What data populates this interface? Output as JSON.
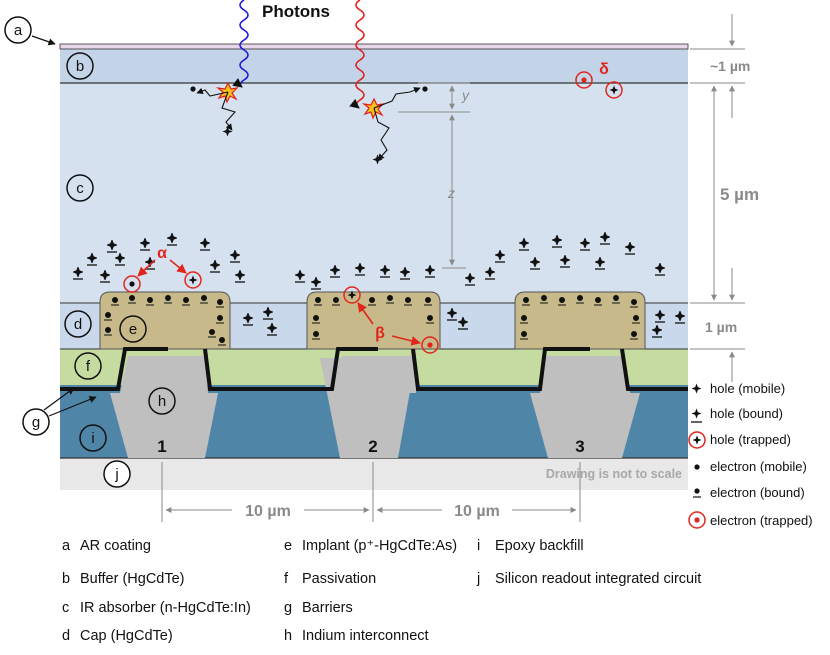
{
  "labels": {
    "photons": "Photons",
    "alpha": "α",
    "beta": "β",
    "delta": "δ",
    "y": "y",
    "z": "z",
    "dim_1um_top": "~1 µm",
    "dim_5um": "5 µm",
    "dim_1um_cap": "1 µm",
    "dim_10um_left": "10 µm",
    "dim_10um_right": "10 µm",
    "pixel_1": "1",
    "pixel_2": "2",
    "pixel_3": "3",
    "scale_note": "Drawing is not to scale"
  },
  "callouts": [
    "a",
    "b",
    "c",
    "d",
    "e",
    "f",
    "g",
    "h",
    "i",
    "j"
  ],
  "legend": [
    {
      "symbol": "hole-mobile",
      "label": "hole (mobile)"
    },
    {
      "symbol": "hole-bound",
      "label": "hole (bound)"
    },
    {
      "symbol": "hole-trapped",
      "label": "hole (trapped)"
    },
    {
      "symbol": "electron-mobile",
      "label": "electron (mobile)"
    },
    {
      "symbol": "electron-bound",
      "label": "electron (bound)"
    },
    {
      "symbol": "electron-trapped",
      "label": "electron (trapped)"
    }
  ],
  "captions": [
    {
      "key": "a",
      "text": "AR coating"
    },
    {
      "key": "b",
      "text": "Buffer (HgCdTe)"
    },
    {
      "key": "c",
      "text": "IR absorber (n-HgCdTe:In)"
    },
    {
      "key": "d",
      "text": "Cap (HgCdTe)"
    },
    {
      "key": "e",
      "text": "Implant (p⁺-HgCdTe:As)"
    },
    {
      "key": "f",
      "text": "Passivation"
    },
    {
      "key": "g",
      "text": "Barriers"
    },
    {
      "key": "h",
      "text": "Indium interconnect"
    },
    {
      "key": "i",
      "text": "Epoxy backfill"
    },
    {
      "key": "j",
      "text": "Silicon readout integrated circuit"
    }
  ],
  "colors": {
    "ar_coating": "#e9d6ea",
    "buffer": "#c4d4e8",
    "absorber": "#d5e1ef",
    "cap": "#c9d8ea",
    "implant": "#c8b98a",
    "passivation": "#c6dba0",
    "epoxy": "#4f86a8",
    "indium": "#bfbfbf",
    "silicon": "#e8e8e8",
    "photon_blue": "#1a1adb",
    "photon_red": "#e02020",
    "trapped_red": "#e0261c",
    "dimension_gray": "#8a8a8a"
  }
}
